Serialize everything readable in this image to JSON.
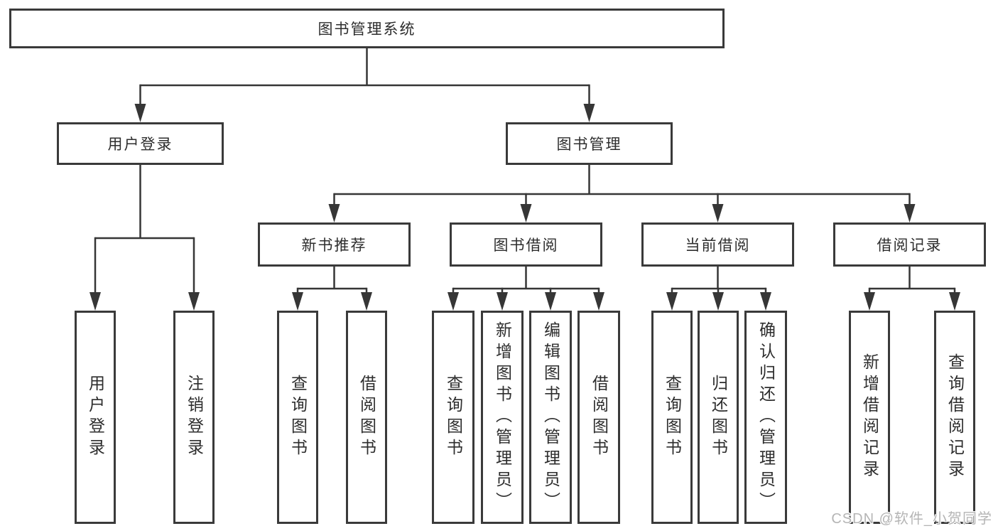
{
  "diagram": {
    "title": "图书管理系统",
    "root": {
      "label": "图书管理系统"
    },
    "level2": [
      {
        "label": "用户登录"
      },
      {
        "label": "图书管理"
      }
    ],
    "level3": [
      {
        "label": "新书推荐"
      },
      {
        "label": "图书借阅"
      },
      {
        "label": "当前借阅"
      },
      {
        "label": "借阅记录"
      }
    ],
    "leaves": [
      {
        "label": "用户登录",
        "parent": "用户登录"
      },
      {
        "label": "注销登录",
        "parent": "用户登录"
      },
      {
        "label": "查询图书",
        "parent": "新书推荐"
      },
      {
        "label": "借阅图书",
        "parent": "新书推荐"
      },
      {
        "label": "查询图书",
        "parent": "图书借阅"
      },
      {
        "label": "新增图书（管理员）",
        "parent": "图书借阅"
      },
      {
        "label": "编辑图书（管理员）",
        "parent": "图书借阅"
      },
      {
        "label": "借阅图书",
        "parent": "图书借阅"
      },
      {
        "label": "查询图书",
        "parent": "当前借阅"
      },
      {
        "label": "归还图书",
        "parent": "当前借阅"
      },
      {
        "label": "确认归还（管理员）",
        "parent": "当前借阅"
      },
      {
        "label": "新增借阅记录",
        "parent": "借阅记录"
      },
      {
        "label": "查询借阅记录",
        "parent": "借阅记录"
      }
    ]
  },
  "watermark": {
    "text": "CSDN @软件_小贺同学"
  },
  "colors": {
    "line": "#363636",
    "box_border": "#3a3a3a",
    "text": "#2d2d2d",
    "watermark": "#b5b5b5",
    "background": "#ffffff"
  }
}
